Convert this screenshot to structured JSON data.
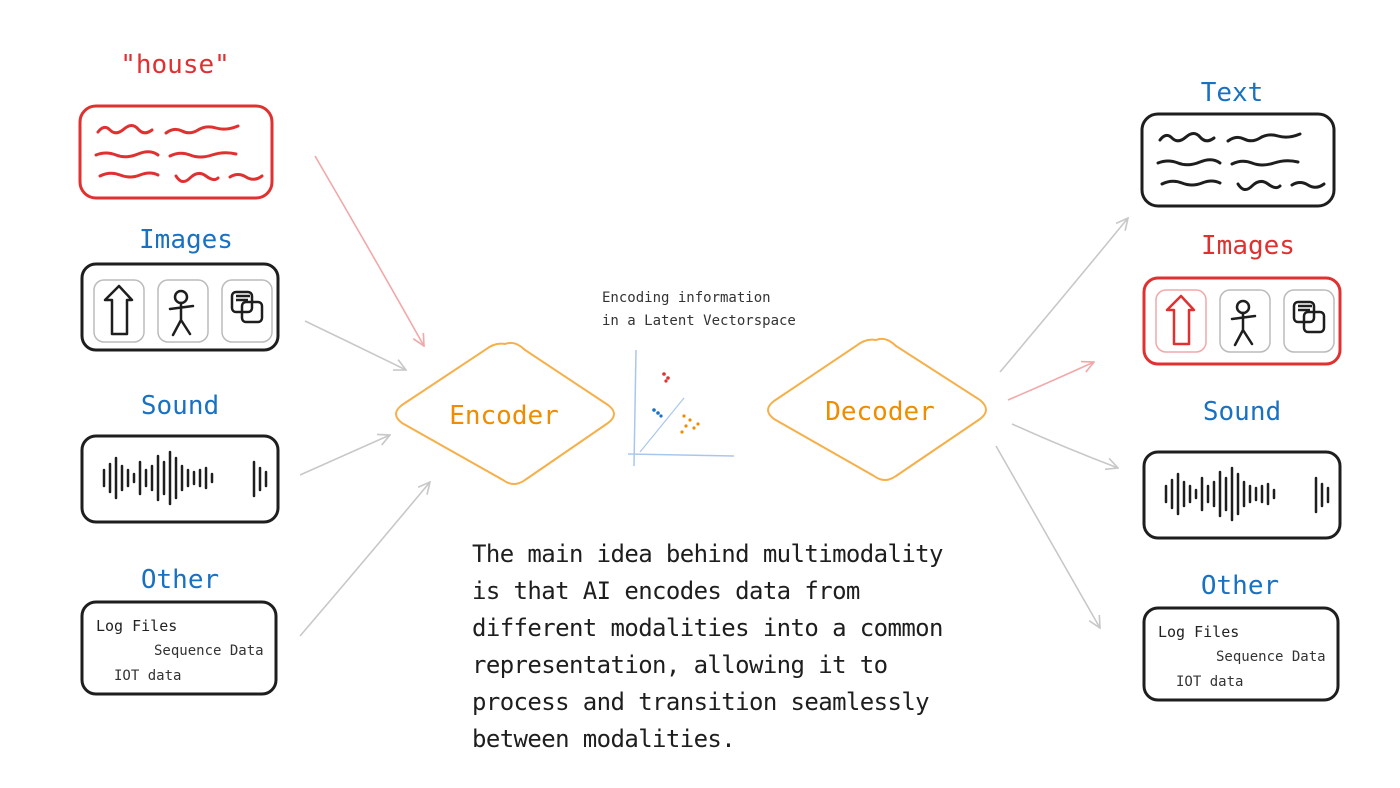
{
  "colors": {
    "red": "#e03131",
    "blue": "#1971c2",
    "orange": "#f08c00",
    "black": "#1e1e1e",
    "gray": "#c8c8c8",
    "pink": "#f2a8a8"
  },
  "inputs": {
    "text_label": "\"house\"",
    "images_label": "Images",
    "sound_label": "Sound",
    "other_label": "Other",
    "other_items": [
      "Log Files",
      "Sequence Data",
      "IOT data"
    ],
    "image_icons": [
      "house-icon",
      "stick-figure-icon",
      "overlapping-squares-icon"
    ]
  },
  "encoder_label": "Encoder",
  "decoder_label": "Decoder",
  "latent": {
    "caption_line1": "Encoding information",
    "caption_line2": "in a Latent Vectorspace"
  },
  "outputs": {
    "text_label": "Text",
    "images_label": "Images",
    "sound_label": "Sound",
    "other_label": "Other",
    "other_items": [
      "Log Files",
      "Sequence Data",
      "IOT data"
    ],
    "image_icons": [
      "house-icon",
      "stick-figure-icon",
      "overlapping-squares-icon"
    ]
  },
  "description": "The main idea behind multimodality\nis that AI encodes data from\ndifferent modalities into a common\nrepresentation, allowing it to\n process and transition seamlessly\nbetween modalities."
}
